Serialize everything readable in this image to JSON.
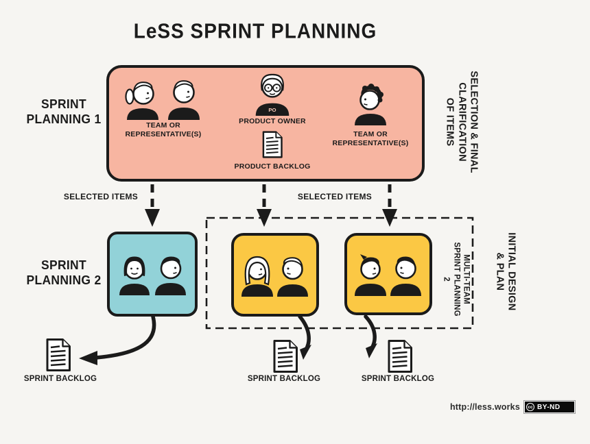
{
  "title": "LeSS SPRINT PLANNING",
  "colors": {
    "background": "#F6F5F2",
    "pink_box": "#F7B5A1",
    "blue_box": "#92D2D8",
    "yellow_box": "#FBC844",
    "ink": "#1B1B1B"
  },
  "left_labels": {
    "sprint_planning_1": "SPRINT PLANNING 1",
    "sprint_planning_2": "SPRINT PLANNING 2"
  },
  "pink_box": {
    "team_left": {
      "label": "TEAM OR REPRESENTATIVE(S)"
    },
    "product_owner": {
      "label": "PRODUCT OWNER",
      "badge": "PO"
    },
    "product_backlog": {
      "label": "PRODUCT BACKLOG"
    },
    "team_right": {
      "label": "TEAM OR REPRESENTATIVE(S)"
    }
  },
  "arrows": {
    "selected_items_left": "SELECTED ITEMS",
    "selected_items_right": "SELECTED ITEMS"
  },
  "right_labels": {
    "selection_clarification": [
      "SELECTION & FINAL",
      "CLARIFICATION",
      "OF ITEMS"
    ],
    "initial_design": [
      "INITIAL DESIGN",
      "& PLAN"
    ],
    "multi_team": [
      "MULTI-TEAM",
      "SPRINT PLANNING 2"
    ]
  },
  "sprint_backlogs": [
    {
      "label": "SPRINT BACKLOG"
    },
    {
      "label": "SPRINT BACKLOG"
    },
    {
      "label": "SPRINT BACKLOG"
    }
  ],
  "footer": {
    "url": "http://less.works",
    "cc": "cc",
    "license": "BY-ND"
  }
}
